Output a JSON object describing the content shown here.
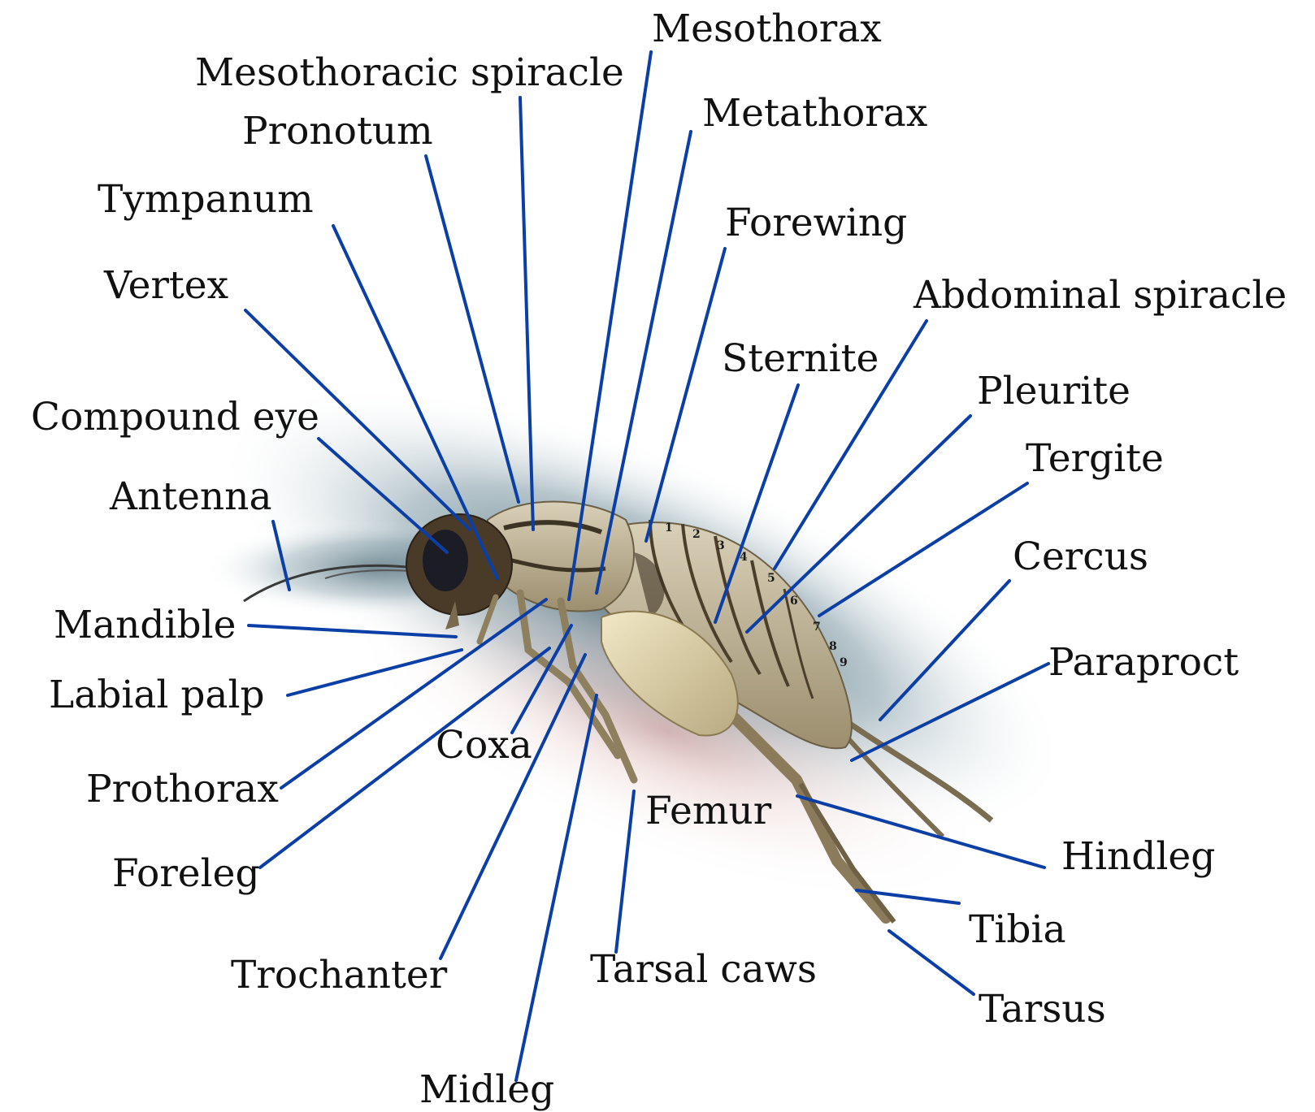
{
  "line_color": "#0b3fa6",
  "labels": {
    "mesothorax": "Mesothorax",
    "mesothoracic_spiracle": "Mesothoracic spiracle",
    "metathorax": "Metathorax",
    "pronotum": "Pronotum",
    "tympanum": "Tympanum",
    "forewing": "Forewing",
    "vertex": "Vertex",
    "abdominal_spiracle": "Abdominal spiracle",
    "sternite": "Sternite",
    "pleurite": "Pleurite",
    "compound_eye": "Compound eye",
    "tergite": "Tergite",
    "antenna": "Antenna",
    "cercus": "Cercus",
    "mandible": "Mandible",
    "paraproct": "Paraproct",
    "labial_palp": "Labial palp",
    "coxa": "Coxa",
    "prothorax": "Prothorax",
    "femur": "Femur",
    "hindleg": "Hindleg",
    "foreleg": "Foreleg",
    "tibia": "Tibia",
    "trochanter": "Trochanter",
    "tarsal_caws": "Tarsal caws",
    "tarsus": "Tarsus",
    "midleg": "Midleg"
  },
  "segment_numbers": [
    "1",
    "2",
    "3",
    "4",
    "5",
    "6",
    "7",
    "8",
    "9"
  ]
}
